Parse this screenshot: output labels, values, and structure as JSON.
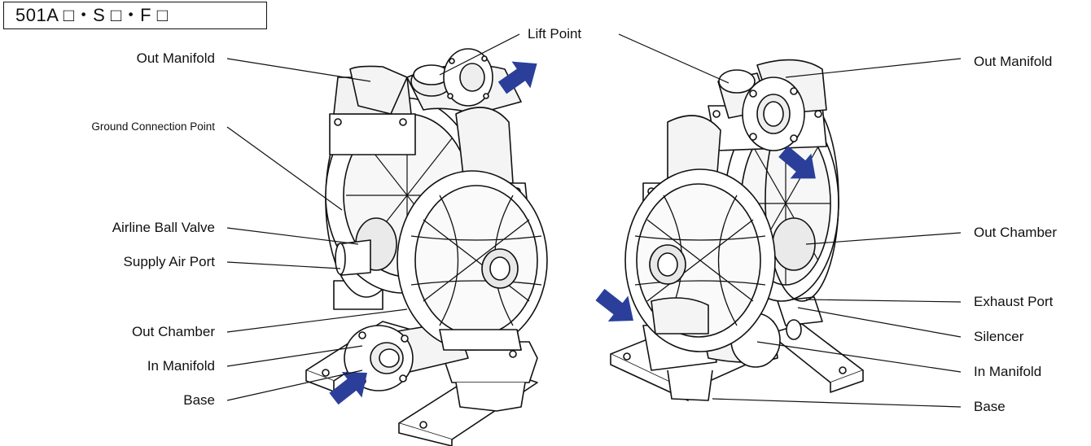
{
  "model": {
    "code": "501A □・S □・F □"
  },
  "left_view": {
    "labels": [
      {
        "key": "out_manifold",
        "text": "Out Manifold"
      },
      {
        "key": "ground_connection_point",
        "text": "Ground Connection Point"
      },
      {
        "key": "airline_ball_valve",
        "text": "Airline Ball Valve"
      },
      {
        "key": "supply_air_port",
        "text": "Supply Air Port"
      },
      {
        "key": "out_chamber",
        "text": "Out Chamber"
      },
      {
        "key": "in_manifold",
        "text": "In Manifold"
      },
      {
        "key": "base",
        "text": "Base"
      }
    ]
  },
  "center": {
    "lift_point": "Lift Point"
  },
  "right_view": {
    "labels": [
      {
        "key": "out_manifold",
        "text": "Out Manifold"
      },
      {
        "key": "out_chamber",
        "text": "Out Chamber"
      },
      {
        "key": "exhaust_port",
        "text": "Exhaust Port"
      },
      {
        "key": "silencer",
        "text": "Silencer"
      },
      {
        "key": "in_manifold",
        "text": "In Manifold"
      },
      {
        "key": "base",
        "text": "Base"
      }
    ]
  },
  "colors": {
    "flow_arrow": "#2b3f9a",
    "line": "#111111",
    "body_fill": "#ffffff",
    "shade": "#dcdcdc"
  },
  "icons": [
    "flow-direction-arrow"
  ]
}
